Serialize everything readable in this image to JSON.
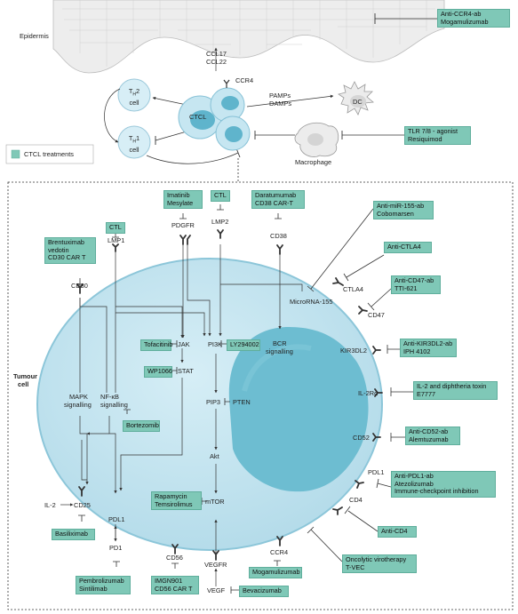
{
  "labels": {
    "epidermis": "Epidermis",
    "ccl17": "CCL17",
    "ccl22": "CCL22",
    "ccr4_top": "CCR4",
    "th2": "T",
    "th2_sub": "H",
    "th2_num": "2",
    "th2_cell": "cell",
    "th1": "T",
    "th1_sub": "H",
    "th1_num": "1",
    "th1_cell": "cell",
    "ctcl": "CTCL",
    "pamps": "PAMPs",
    "damps": "DAMPs",
    "dc": "DC",
    "macrophage": "Macrophage",
    "legend": "CTCL treatments",
    "tumour_cell_1": "Tumour",
    "tumour_cell_2": "cell",
    "cd30": "CD30",
    "lmp1": "LMP1",
    "pdgfr": "PDGFR",
    "lmp2": "LMP2",
    "cd38": "CD38",
    "bcr": "BCR",
    "signalling": "signalling",
    "microrna": "MicroRNA-155",
    "ctla4": "CTLA4",
    "cd47": "CD47",
    "kir3dl2": "KIR3DL2",
    "il2ra": "IL-2Rα",
    "cd52": "CD52",
    "pdl1_right": "PDL1",
    "cd4": "CD4",
    "mapk": "MAPK",
    "mapk_sig": "signalling",
    "nfkb": "NF-κB",
    "nfkb_sig": "signalling",
    "jak": "JAK",
    "stat": "STAT",
    "pi3k": "PI3K",
    "pip3": "PIP3",
    "pten": "PTEN",
    "akt": "Akt",
    "mtor": "mTOR",
    "il2": "IL-2",
    "cd25": "CD25",
    "pdl1": "PDL1",
    "pd1": "PD1",
    "cd56": "CD56",
    "vegfr": "VEGFR",
    "vegf": "VEGF",
    "ccr4_bottom": "CCR4"
  },
  "treatments": {
    "anti_ccr4": [
      "Anti-CCR4-ab",
      "Mogamulizumab"
    ],
    "tlr": [
      "TLR 7/8 - agonist",
      "Resiquimod"
    ],
    "brentuximab": [
      "Brentuximab",
      "vedotin",
      "CD30 CAR T"
    ],
    "ctl_lmp1": [
      "CTL"
    ],
    "imatinib": [
      "Imatinib",
      "Mesylate"
    ],
    "ctl_lmp2": [
      "CTL"
    ],
    "daratumumab": [
      "Daratumumab",
      "CD38 CAR-T"
    ],
    "anti_mir": [
      "Anti-miR-155-ab",
      "Cobomarsen"
    ],
    "anti_ctla4": [
      "Anti-CTLA4"
    ],
    "anti_cd47": [
      "Anti-CD47-ab",
      "TTI-621"
    ],
    "anti_kir": [
      "Anti-KIR3DL2-ab",
      "IPH 4102"
    ],
    "il2_toxin": [
      "IL-2 and diphtheria toxin",
      "E7777"
    ],
    "anti_cd52": [
      "Anti-CD52-ab",
      "Alemtuzumab"
    ],
    "anti_pdl1": [
      "Anti-PDL1-ab",
      "Atezolizumab",
      "Immune-checkpoint inhibition"
    ],
    "anti_cd4": [
      "Anti-CD4"
    ],
    "oncolytic": [
      "Oncolytic virotherapy",
      "T-VEC"
    ],
    "tofacitinib": [
      "Tofacitinib"
    ],
    "wp1066": [
      "WP1066"
    ],
    "ly294002": [
      "LY294002"
    ],
    "bortezomib": [
      "Bortezomib"
    ],
    "rapamycin": [
      "Rapamycin",
      "Temsirolimus"
    ],
    "basiliximab": [
      "Basiliximab"
    ],
    "pembrolizumab": [
      "Pembrolizumab",
      "Sintilimab"
    ],
    "imgn901": [
      "IMGN901",
      "CD56 CAR T"
    ],
    "mogamulizumab": [
      "Mogamulizumab"
    ],
    "bevacizumab": [
      "Bevacizumab"
    ]
  },
  "colors": {
    "treatment_fill": "#7fc8b7",
    "cell_fill": "#bfe3ef",
    "nucleus_fill": "#6cbfd2",
    "membrane": "#7fbfd4"
  }
}
